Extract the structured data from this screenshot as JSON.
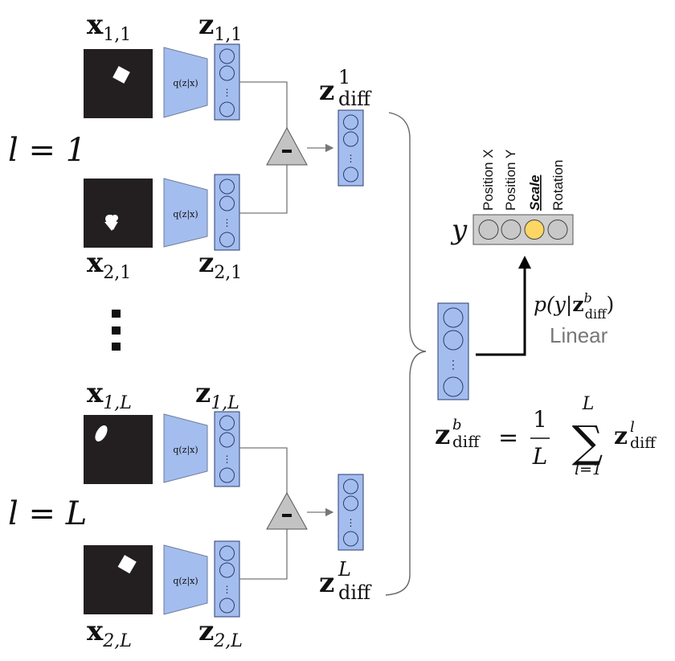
{
  "colors": {
    "encoder_fill": "#a4bdef",
    "encoder_stroke": "#5a6a8a",
    "latent_fill": "#a4bdef",
    "latent_stroke": "#2b3c6c",
    "node_fill": "#a4bdef",
    "subtract_fill": "#c3c3c3",
    "label_bg": "#cfcfcf",
    "label_node": "#c8c8c8",
    "label_node_active": "#fdd664",
    "line": "#777777",
    "arrow": "#000000",
    "linear_text": "#777777"
  },
  "encoder_label": "q(z|x)",
  "subtract_symbol": "-",
  "latent_dots": "⋮",
  "vertical_ellipsis": "⋮",
  "pairs": [
    {
      "l_label": "l = 1",
      "x_top": {
        "main": "x",
        "sub": "1,1"
      },
      "z_top": {
        "main": "z",
        "sub": "1,1"
      },
      "x_bottom": {
        "main": "x",
        "sub": "2,1"
      },
      "z_bottom": {
        "main": "z",
        "sub": "2,1"
      },
      "zdiff": {
        "main": "z",
        "sub": "diff",
        "sup": "1"
      }
    },
    {
      "l_label": "l = L",
      "x_top": {
        "main": "x",
        "sub": "1,L"
      },
      "z_top": {
        "main": "z",
        "sub": "1,L"
      },
      "x_bottom": {
        "main": "x",
        "sub": "2,L"
      },
      "z_bottom": {
        "main": "z",
        "sub": "2,L"
      },
      "zdiff": {
        "main": "z",
        "sub": "diff",
        "sup": "L"
      }
    }
  ],
  "aggregate": {
    "lhs_main": "z",
    "lhs_sub": "diff",
    "lhs_sup": "b",
    "equals": "=",
    "frac_num": "1",
    "frac_den": "L",
    "sum_symbol": "∑",
    "sum_upper": "L",
    "sum_lower": "l=1",
    "term_main": "z",
    "term_sub": "diff",
    "term_sup": "l"
  },
  "classifier": {
    "formula_prefix": "p(y|",
    "formula_main": "z",
    "formula_sup": "b",
    "formula_sub": "diff",
    "formula_suffix": ")",
    "linear_label": "Linear"
  },
  "output": {
    "y_label": "y",
    "factors": [
      "Position X",
      "Position Y",
      "Scale",
      "Rotation"
    ],
    "active_index": 2
  }
}
